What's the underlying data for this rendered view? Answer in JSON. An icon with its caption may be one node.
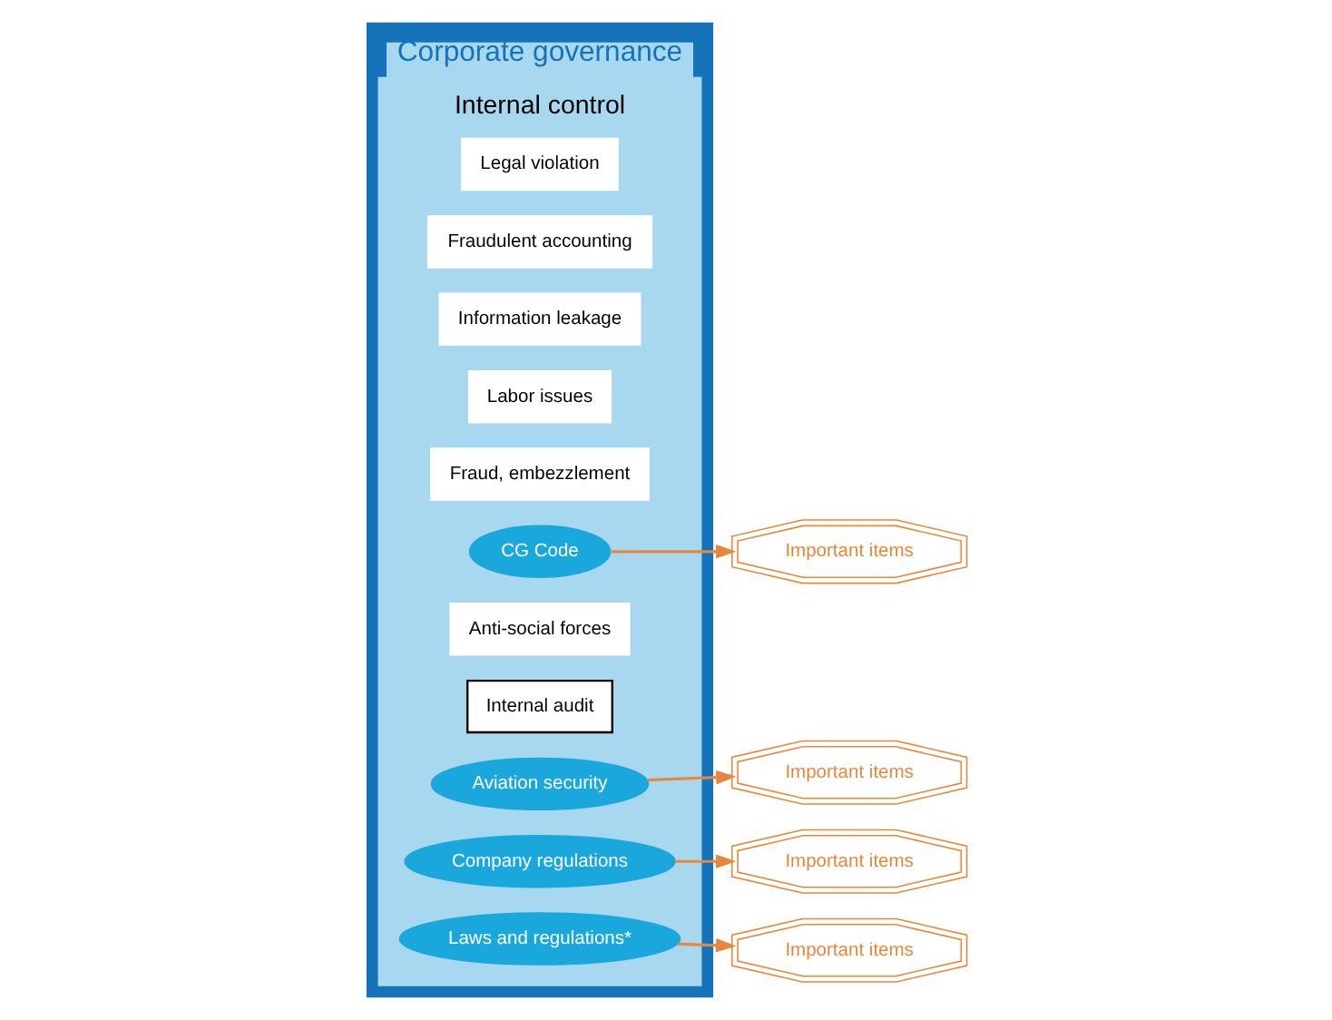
{
  "diagram": {
    "nodes": [
      {
        "text": [
          "Corporate governance"
        ]
      },
      {
        "text": [
          "Internal control"
        ],
        "in": 0
      },
      {
        "text": [
          "Legal violation"
        ],
        "in": 1
      },
      {
        "text": [
          "Fraudulent accounting"
        ],
        "in": 1
      },
      {
        "text": [
          "Information leakage"
        ],
        "in": 1
      },
      {
        "text": [
          "Labor issues"
        ],
        "in": 1
      },
      {
        "text": [
          "Fraud, embezzlement"
        ],
        "in": 1
      },
      {
        "text": [
          "CG Code"
        ],
        "in": 1
      },
      {
        "text": [
          "Anti-social forces"
        ],
        "in": 1
      },
      {
        "text": [
          "Internal audit"
        ],
        "in": 1
      },
      {
        "text": [
          "Aviation security"
        ],
        "in": 1
      },
      {
        "text": [
          "Company regulations"
        ],
        "in": 1
      },
      {
        "text": [
          "Laws and regulations*"
        ],
        "in": 1
      },
      {
        "text": [
          "Important items"
        ]
      },
      {
        "text": [
          "Important items"
        ]
      },
      {
        "text": [
          "Important items"
        ]
      },
      {
        "text": [
          "Important items"
        ]
      }
    ],
    "edges": [
      {
        "from": 7,
        "to": 13,
        "arrow": "to"
      },
      {
        "from": 10,
        "to": 14,
        "arrow": "to"
      },
      {
        "from": 11,
        "to": 15,
        "arrow": "to"
      },
      {
        "from": 12,
        "to": 16,
        "arrow": "to"
      }
    ]
  }
}
